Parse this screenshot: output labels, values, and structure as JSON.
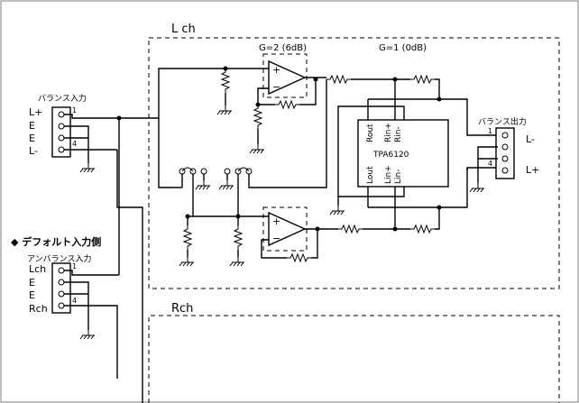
{
  "lch_title": "L ch",
  "rch_title": "Rch",
  "gain_left": "G=2 (6dB)",
  "gain_right": "G=1 (0dB)",
  "balance_in": {
    "title": "バランス入力",
    "labels": [
      "L+",
      "E",
      "E",
      "L-"
    ],
    "pins": [
      "1",
      "4"
    ]
  },
  "default_note": "◆ デフォルト入力側",
  "unbalance_in": {
    "title": "アンバランス入力",
    "labels": [
      "Lch",
      "E",
      "E",
      "Rch"
    ],
    "pins": [
      "1",
      "4"
    ]
  },
  "balance_out": {
    "title": "バランス出力",
    "labels": [
      "L-",
      "L+"
    ],
    "pins": [
      "1",
      "4"
    ]
  },
  "chip": {
    "name": "TPA6120",
    "pins_top": [
      "Rout",
      "Rin+",
      "Rin-"
    ],
    "pins_bottom": [
      "Lout",
      "Lin+",
      "Lin-"
    ]
  },
  "opamp_signs": {
    "plus": "+",
    "minus": "−"
  }
}
